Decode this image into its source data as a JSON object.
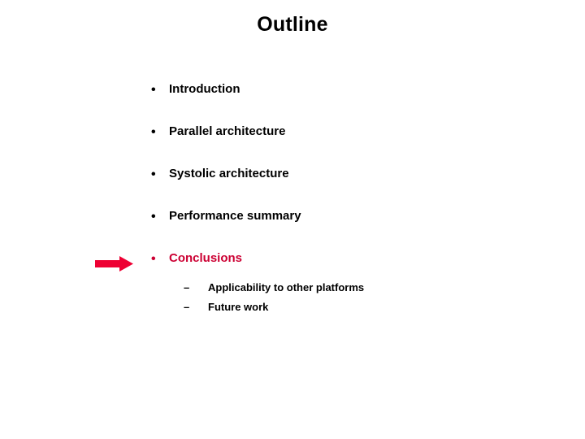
{
  "slide": {
    "title": "Outline",
    "background_color": "#FFFFFF",
    "text_color": "#000000",
    "accent_color": "#CC0033",
    "arrow_color": "#EE0033",
    "bullet_marker": "•",
    "sub_marker": "–",
    "bullets": [
      {
        "label": "Introduction",
        "highlighted": false
      },
      {
        "label": "Parallel architecture",
        "highlighted": false
      },
      {
        "label": "Systolic architecture",
        "highlighted": false
      },
      {
        "label": "Performance summary",
        "highlighted": false
      },
      {
        "label": "Conclusions",
        "highlighted": true
      }
    ],
    "sub_bullets": [
      {
        "label": "Applicability to other platforms"
      },
      {
        "label": "Future work"
      }
    ]
  }
}
